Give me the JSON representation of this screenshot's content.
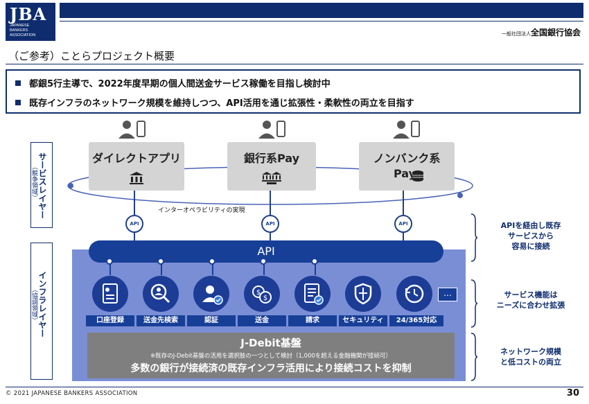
{
  "header": {
    "logo_text": "JBA",
    "logo_sub": [
      "JAPANESE",
      "BANKERS",
      "ASSOCIATION"
    ],
    "org_prefix": "一般社団法人",
    "org_name": "全国銀行協会"
  },
  "title": "（ご参考）ことらプロジェクト概要",
  "bullets": [
    "都銀5行主導で、2022年度早期の個人間送金サービス稼働を目指し検討中",
    "既存インフラのネットワーク規模を維持しつつ、API活用を通じ拡張性・柔軟性の両立を目指す"
  ],
  "service_layer": {
    "label": "サービスレイヤー",
    "sublabel": "（競争領域）",
    "services": [
      {
        "line1": "ダイレクトアプリ",
        "line2": "",
        "icon": "bank-icon"
      },
      {
        "line1": "銀行系Pay",
        "line2": "",
        "icon": "banks-icon"
      },
      {
        "line1": "ノンバンク系",
        "line2": "Pay",
        "icon": "coins-icon"
      }
    ],
    "interop_label": "インターオペラビリティの実現"
  },
  "api_icon_text": "API",
  "infra_layer": {
    "label": "インフラレイヤー",
    "sublabel": "（協調領域）",
    "api_bar": "API",
    "functions": [
      {
        "label": "口座登録",
        "icon": "account-doc-icon"
      },
      {
        "label": "送金先検索",
        "icon": "search-person-icon"
      },
      {
        "label": "認証",
        "icon": "auth-icon"
      },
      {
        "label": "送金",
        "icon": "coins-transfer-icon"
      },
      {
        "label": "請求",
        "icon": "invoice-icon"
      },
      {
        "label": "セキュリティ",
        "icon": "shield-icon"
      },
      {
        "label": "24/365対応",
        "icon": "clock-icon"
      }
    ],
    "more": "…",
    "base": {
      "title": "J-Debit基盤",
      "note": "※既存のJ-Debit基盤の活用を選択肢の一つとして検討（1,000を超える金融機関が接続可）",
      "headline": "多数の銀行が接続済の既存インフラ活用により接続コストを抑制"
    }
  },
  "side_notes": [
    [
      "APIを経由し既存",
      "サービスから",
      "容易に接続"
    ],
    [
      "サービス機能は",
      "ニーズに合わせ拡張"
    ],
    [
      "ネットワーク規模",
      "と低コストの両立"
    ]
  ],
  "footer": {
    "copyright": "© 2021 JAPANESE BANKERS ASSOCIATION",
    "page": "30"
  },
  "colors": {
    "navy": "#0f2d6e",
    "api_blue": "#173f97",
    "infra_bg": "#7a8ed6",
    "service_gray": "#d4d4d4",
    "base_gray": "#7f7f7f"
  }
}
